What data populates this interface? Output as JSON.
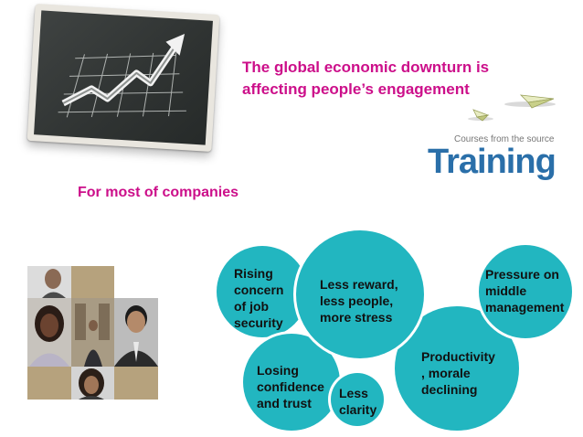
{
  "headline": {
    "line1": "The global economic downturn is",
    "line2": "affecting people’s engagement"
  },
  "subheading": "For most of companies",
  "brand": {
    "tagline": "Courses from the source",
    "logo": "Training"
  },
  "bubbles": {
    "rising": [
      "Rising",
      "concern",
      "of job",
      "security"
    ],
    "less_reward": [
      "Less reward,",
      "less people,",
      "more stress"
    ],
    "pressure": [
      "Pressure on",
      "middle",
      "management"
    ],
    "productivity": [
      "Productivity",
      ", morale",
      "declining"
    ],
    "losing": [
      "Losing",
      "confidence",
      "and trust"
    ],
    "clarity": [
      "Less",
      "clarity"
    ]
  },
  "colors": {
    "headline": "#cc0f8a",
    "bubble": "#22b6c0",
    "logo": "#2a6fa9"
  },
  "icons": [
    "chalkboard-growth-chart",
    "paper-airplane-icon",
    "people-photo-collage"
  ]
}
